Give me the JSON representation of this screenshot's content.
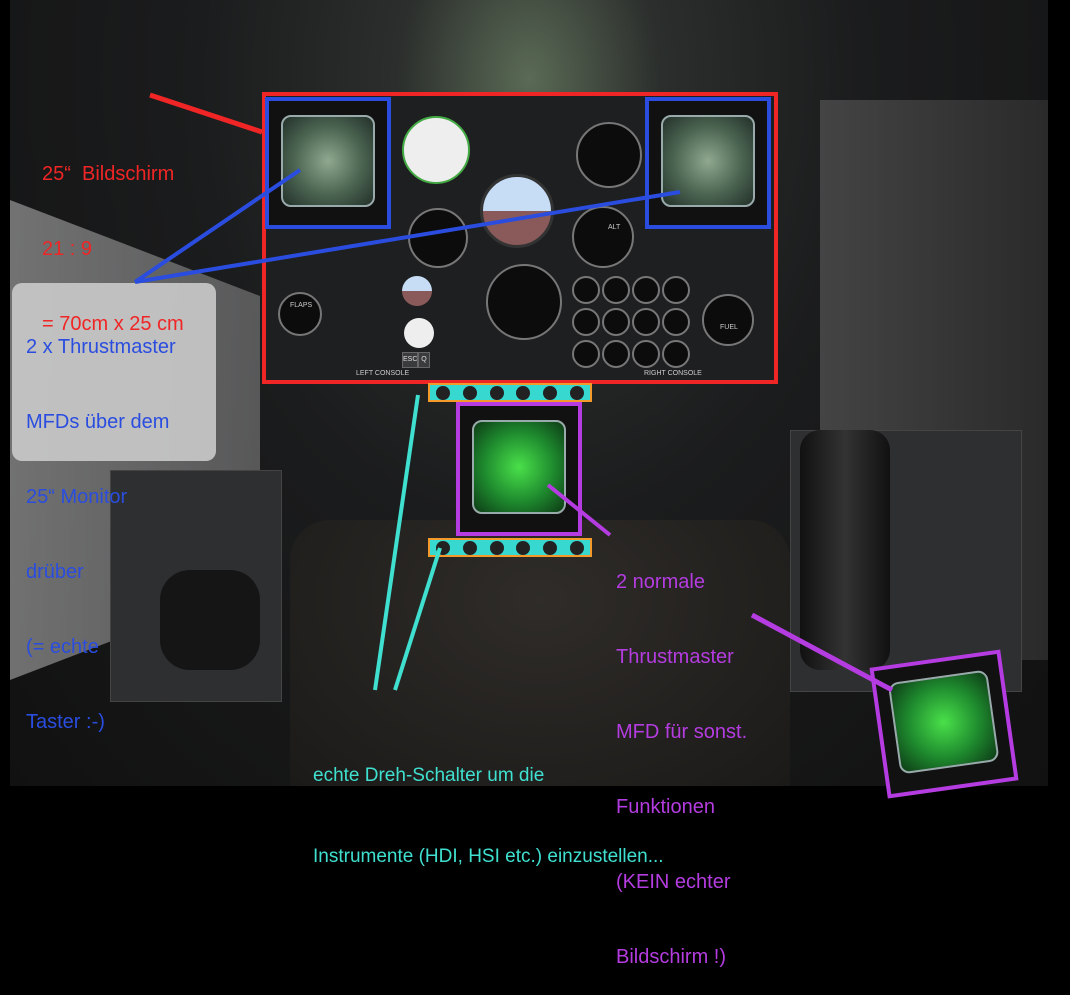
{
  "annotations": {
    "monitor": {
      "lines": [
        "25“  Bildschirm",
        "21 : 9",
        "= 70cm x 25 cm"
      ],
      "color": "#f02525"
    },
    "mfd_top": {
      "lines": [
        "2 x Thrustmaster",
        "MFDs über dem",
        "25“ Monitor",
        "drüber",
        "(= echte",
        "Taster :-)"
      ],
      "color": "#2a4de0"
    },
    "mfd_normal": {
      "lines": [
        "2 normale",
        "Thrustmaster",
        "MFD für sonst.",
        "Funktionen",
        "(KEIN echter",
        "Bildschirm !)"
      ],
      "color": "#b43ce0"
    },
    "knobs": {
      "lines": [
        "echte Dreh-Schalter um die",
        "Instrumente (HDI, HSI etc.) einzustellen..."
      ],
      "color": "#3fe0d0"
    }
  },
  "panel": {
    "left_console": "LEFT CONSOLE",
    "right_console": "RIGHT CONSOLE",
    "esc": "ESC",
    "q": "Q",
    "fuel": "FUEL",
    "alt": "ALT",
    "flaps": "FLAPS"
  }
}
